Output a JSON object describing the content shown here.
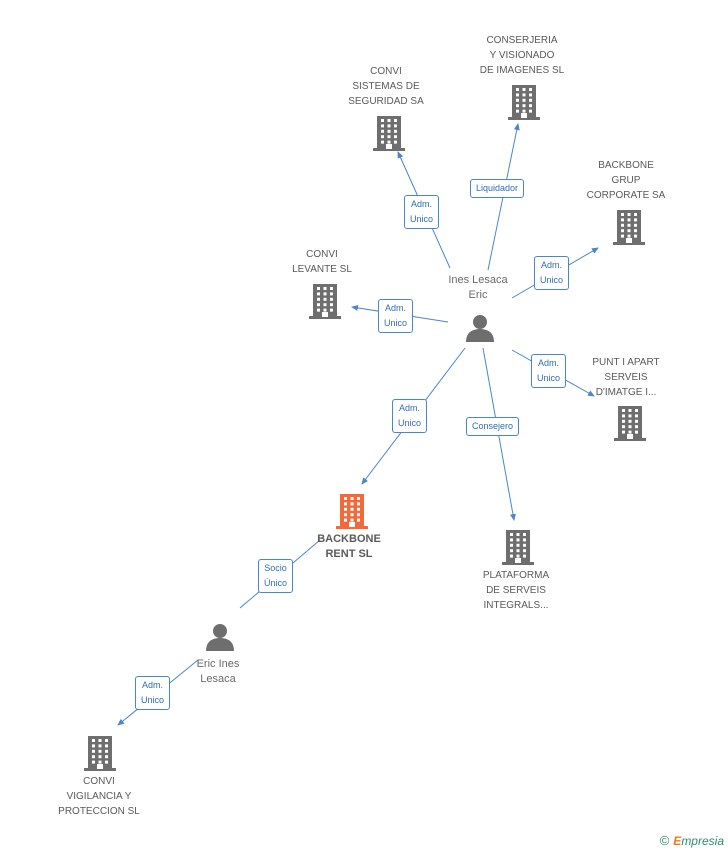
{
  "companies": [
    {
      "id": "convi_sis",
      "lines": [
        "CONVI",
        "SISTEMAS DE",
        "SEGURIDAD SA"
      ]
    },
    {
      "id": "conserjeria",
      "lines": [
        "CONSERJERIA",
        "Y VISIONADO",
        "DE IMAGENES SL"
      ]
    },
    {
      "id": "backbone_grup",
      "lines": [
        "BACKBONE",
        "GRUP",
        "CORPORATE SA"
      ]
    },
    {
      "id": "convi_lev",
      "lines": [
        "CONVI",
        "LEVANTE SL"
      ]
    },
    {
      "id": "punt",
      "lines": [
        "PUNT I APART",
        "SERVEIS",
        "D'IMATGE I..."
      ]
    },
    {
      "id": "backbone_rent",
      "lines": [
        "BACKBONE",
        "RENT SL"
      ]
    },
    {
      "id": "plataforma",
      "lines": [
        "PLATAFORMA",
        "DE SERVEIS",
        "INTEGRALS..."
      ]
    },
    {
      "id": "convi_vig",
      "lines": [
        "CONVI",
        "VIGILANCIA Y",
        "PROTECCION  SL"
      ]
    }
  ],
  "persons": [
    {
      "id": "ines",
      "lines": [
        "Ines Lesaca",
        "Eric"
      ]
    },
    {
      "id": "eric",
      "lines": [
        "Eric Ines",
        "Lesaca"
      ]
    }
  ],
  "relations": [
    {
      "id": "r1",
      "lines": [
        "Adm.",
        "Unico"
      ]
    },
    {
      "id": "r2",
      "lines": [
        "Liquidador"
      ]
    },
    {
      "id": "r3",
      "lines": [
        "Adm.",
        "Unico"
      ]
    },
    {
      "id": "r4",
      "lines": [
        "Adm.",
        "Unico"
      ]
    },
    {
      "id": "r5",
      "lines": [
        "Adm.",
        "Unico"
      ]
    },
    {
      "id": "r6",
      "lines": [
        "Adm.",
        "Unico"
      ]
    },
    {
      "id": "r7",
      "lines": [
        "Consejero"
      ]
    },
    {
      "id": "r8",
      "lines": [
        "Socio",
        "Único"
      ]
    },
    {
      "id": "r9",
      "lines": [
        "Adm.",
        "Unico"
      ]
    }
  ],
  "colors": {
    "company": "#6e6e6e",
    "focus": "#f26a3a",
    "edge": "#4a86c8",
    "person": "#6e6e6e"
  },
  "footer": {
    "copyright": "©",
    "brand_initial": "E",
    "brand_rest": "mpresia"
  }
}
